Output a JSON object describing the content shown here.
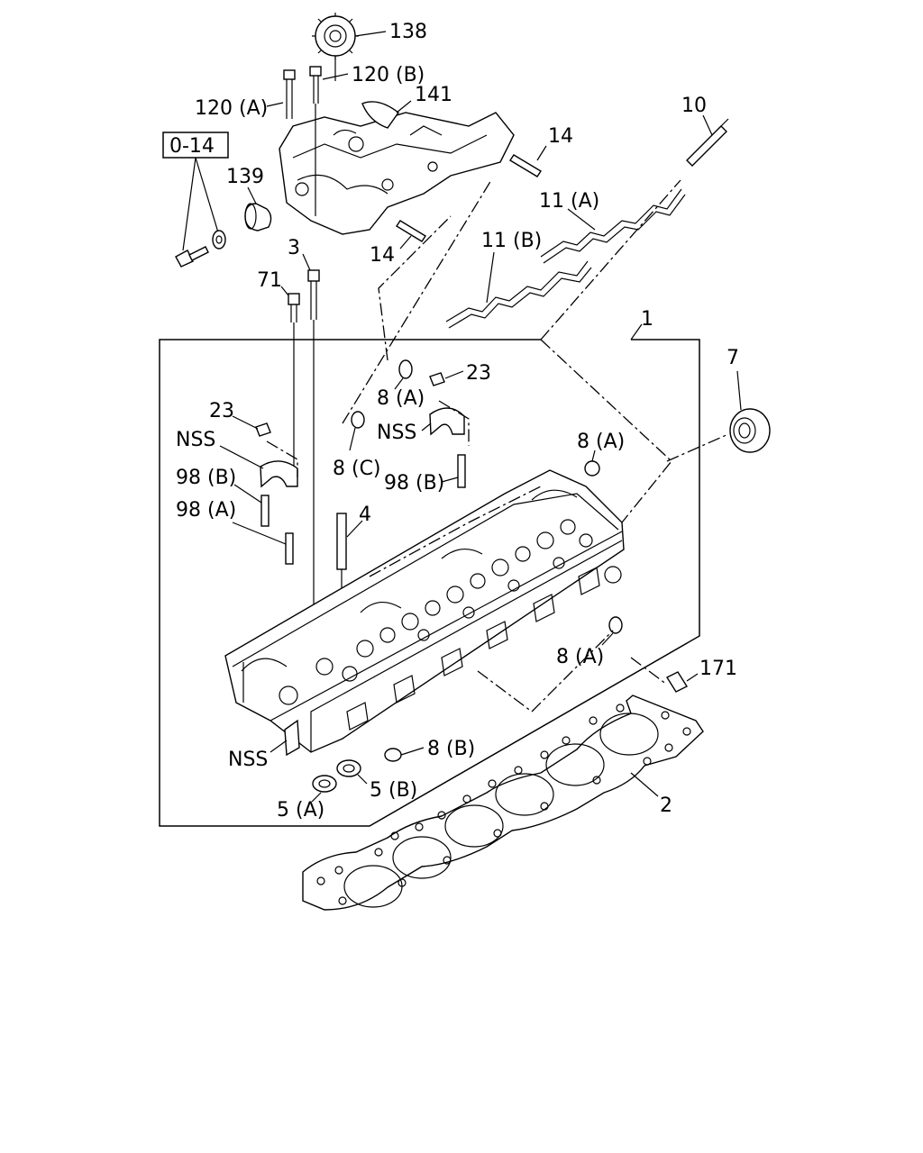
{
  "callouts": {
    "c138": "138",
    "c120b": "120 (B)",
    "c120a": "120 (A)",
    "c141": "141",
    "c10": "10",
    "c14_top": "14",
    "c14_bottom": "14",
    "c139": "139",
    "c11a": "11 (A)",
    "c11b": "11 (B)",
    "c3": "3",
    "c71": "71",
    "c1": "1",
    "c7": "7",
    "c23_right": "23",
    "c8a_top": "8 (A)",
    "c23_left": "23",
    "nss_top_right": "NSS",
    "nss_left": "NSS",
    "c8c": "8 (C)",
    "c8a_right": "8 (A)",
    "c98b_left": "98 (B)",
    "c98b_right": "98 (B)",
    "c98a": "98 (A)",
    "c4": "4",
    "c8a_lower": "8 (A)",
    "c171": "171",
    "c8b": "8 (B)",
    "nss_bottom": "NSS",
    "c5b": "5 (B)",
    "c5a": "5 (A)",
    "c2": "2"
  },
  "reference_box": "0-14"
}
